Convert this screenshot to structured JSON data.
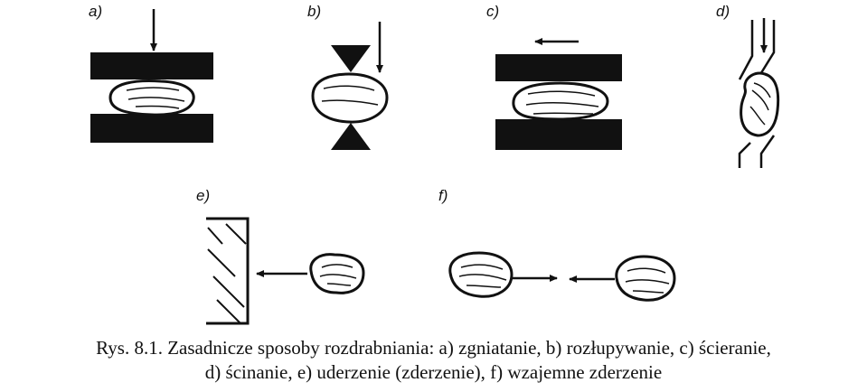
{
  "labels": {
    "a": "a)",
    "b": "b)",
    "c": "c)",
    "d": "d)",
    "e": "e)",
    "f": "f)"
  },
  "caption": {
    "line1": "Rys. 8.1. Zasadnicze  sposoby  rozdrabniania:  a)  zgniatanie,  b)  rozłupywanie,  c)  ścieranie,",
    "line2": "d) ścinanie, e) uderzenie (zderzenie), f) wzajemne zderzenie"
  },
  "colors": {
    "ink": "#111111",
    "background": "#ffffff"
  }
}
